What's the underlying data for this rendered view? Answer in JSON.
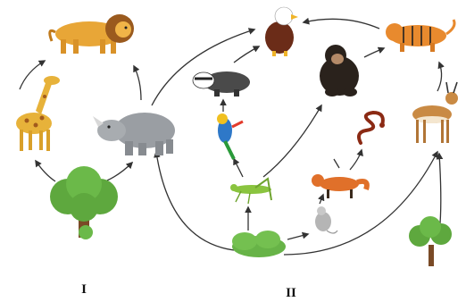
{
  "labels": {
    "web_one": "I",
    "web_two": "II"
  },
  "organisms": {
    "web_one": [
      "tree",
      "giraffe",
      "rhinoceros",
      "lion"
    ],
    "web_two": [
      "grass",
      "grasshopper",
      "parrot",
      "badger",
      "mouse",
      "fox",
      "snake",
      "chimpanzee",
      "eagle",
      "tree",
      "antelope",
      "tiger"
    ]
  },
  "colors": {
    "arrow": "#333333",
    "foliage": "#67b347",
    "trunk": "#7a4a26"
  }
}
